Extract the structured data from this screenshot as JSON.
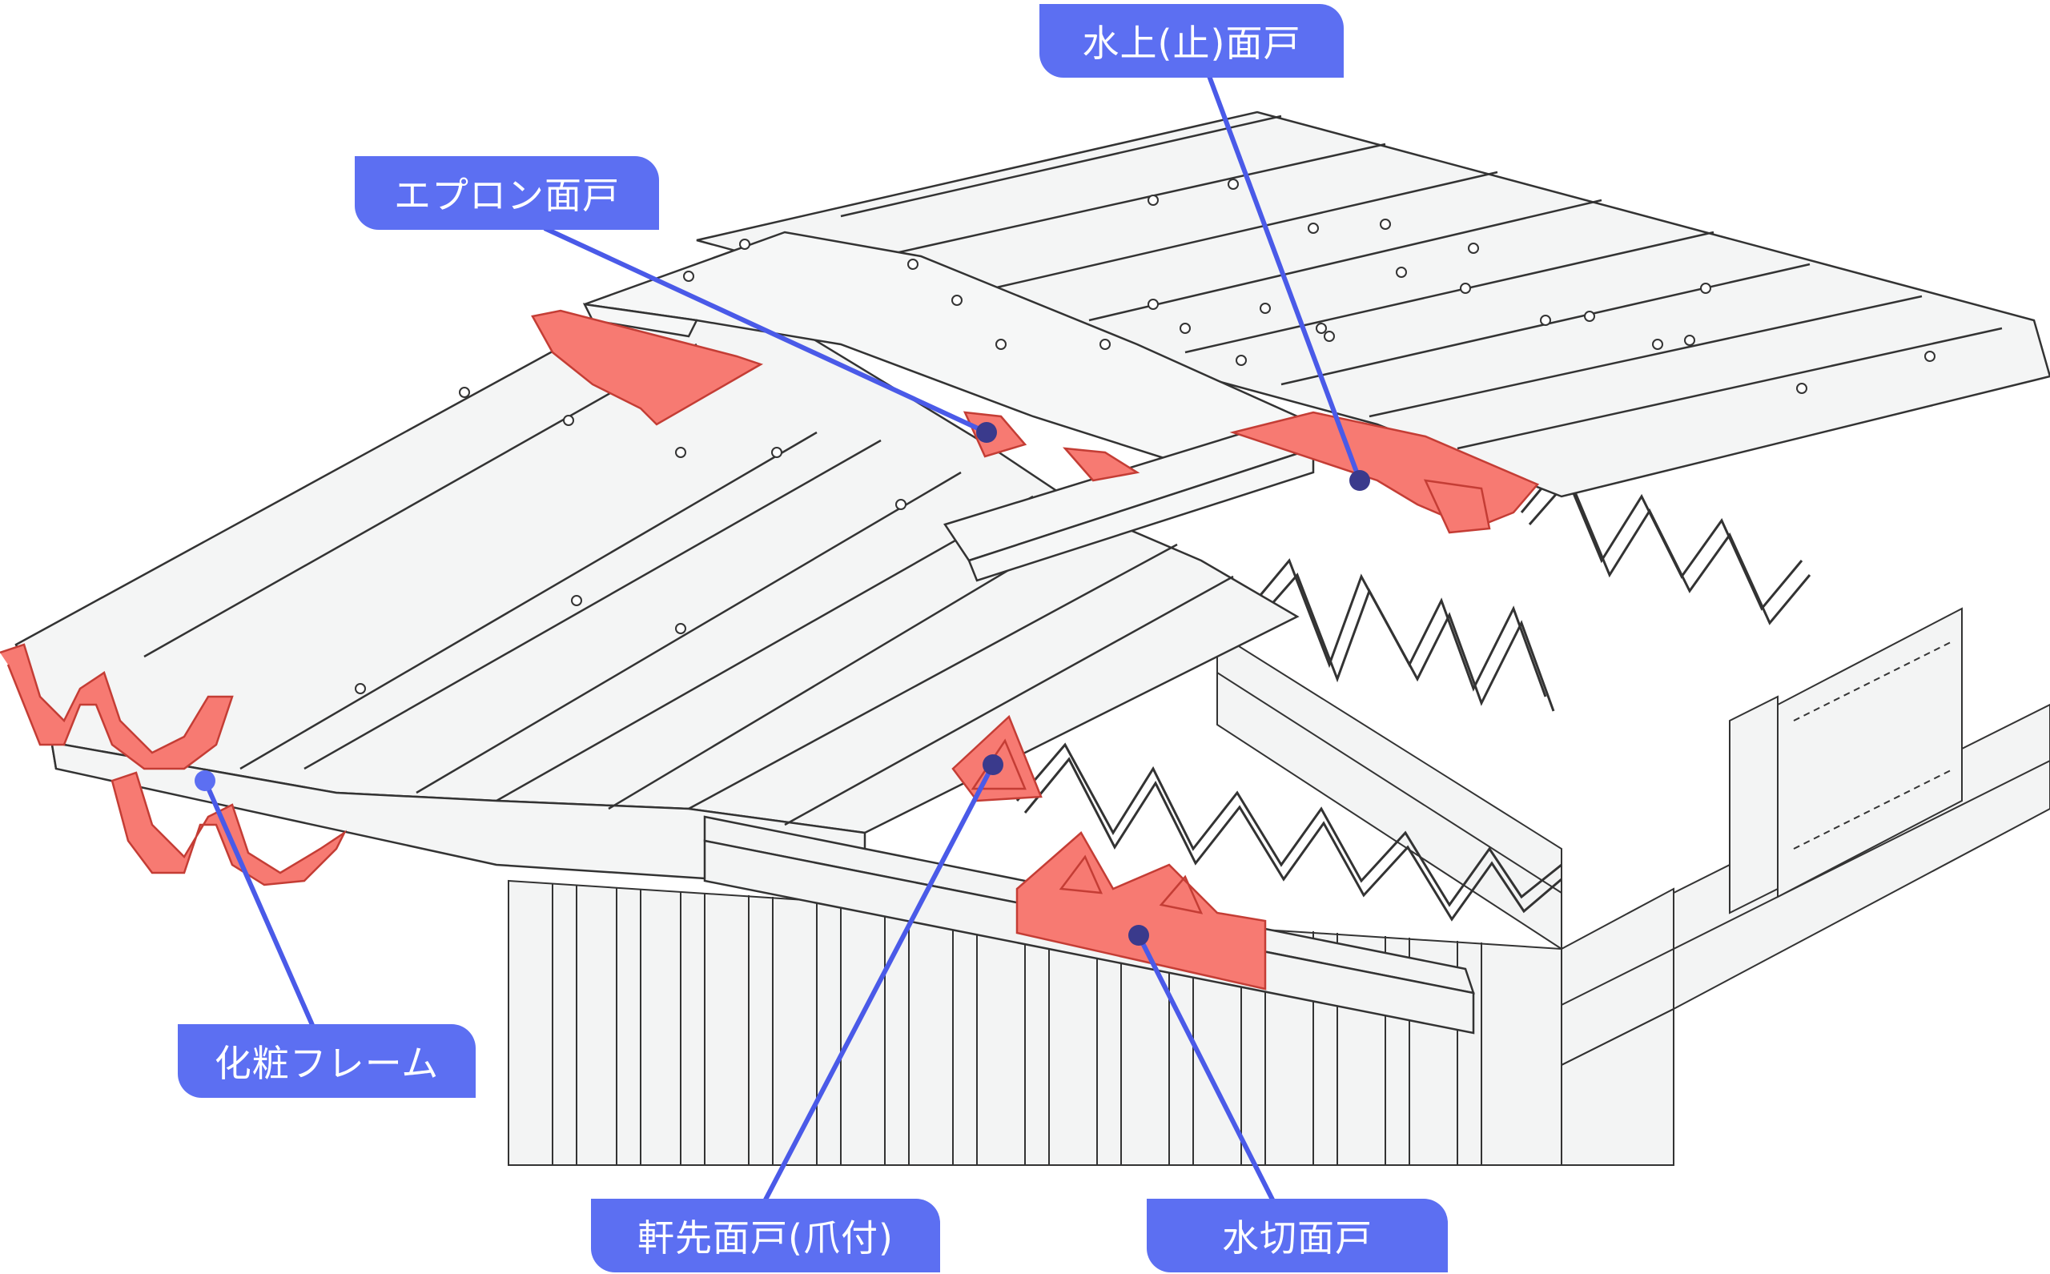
{
  "labels": {
    "apron": "エプロン面戸",
    "mizukami": "水上(止)面戸",
    "kesho": "化粧フレーム",
    "nokisaki": "軒先面戸(爪付)",
    "mizukiri": "水切面戸"
  },
  "colors": {
    "label_bg": "#5c6ff2",
    "leader": "#4a5ae8",
    "highlight": "#f77a72",
    "highlight_stroke": "#c43d35",
    "dot": "#3a3a8c",
    "roof_fill": "#f4f5f5",
    "line": "#333333"
  }
}
